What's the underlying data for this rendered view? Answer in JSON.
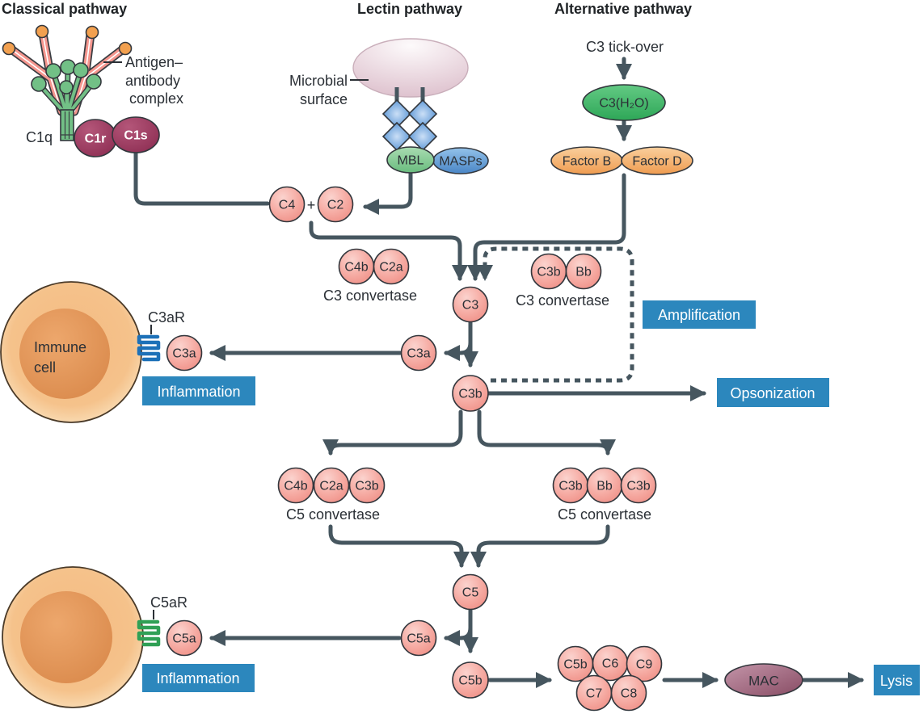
{
  "headings": {
    "classical": "Classical pathway",
    "lectin": "Lectin pathway",
    "alternative": "Alternative pathway"
  },
  "classical": {
    "antigen_complex_lines": [
      "Antigen–",
      "antibody",
      "complex"
    ],
    "c1q": "C1q",
    "c1r": "C1r",
    "c1s": "C1s"
  },
  "lectin": {
    "microbial_lines": [
      "Microbial",
      "surface"
    ],
    "mbl": "MBL",
    "masps": "MASPs"
  },
  "alternative": {
    "tick_over": "C3 tick-over",
    "c3h2o": "C3(H₂O)",
    "factor_b": "Factor B",
    "factor_d": "Factor D"
  },
  "molecules": {
    "c4": "C4",
    "plus": "+",
    "c2": "C2",
    "c3": "C3",
    "c3a": "C3a",
    "c3b": "C3b",
    "c5": "C5",
    "c5a": "C5a",
    "c5b": "C5b",
    "c6": "C6",
    "c7": "C7",
    "c8": "C8",
    "c9": "C9",
    "mac": "MAC"
  },
  "convertases": {
    "c3_classical": {
      "parts": [
        "C4b",
        "C2a"
      ],
      "label": "C3 convertase"
    },
    "c3_alternative": {
      "parts": [
        "C3b",
        "Bb"
      ],
      "label": "C3 convertase"
    },
    "c5_classical": {
      "parts": [
        "C4b",
        "C2a",
        "C3b"
      ],
      "label": "C5 convertase"
    },
    "c5_alternative": {
      "parts": [
        "C3b",
        "Bb",
        "C3b"
      ],
      "label": "C5 convertase"
    }
  },
  "receptors": {
    "c3ar": "C3aR",
    "c5ar": "C5aR"
  },
  "immune_cell_lines": [
    "Immune",
    "cell"
  ],
  "outcome_boxes": {
    "amplification": "Amplification",
    "inflammation": "Inflammation",
    "opsonization": "Opsonization",
    "lysis": "Lysis"
  },
  "colors": {
    "outcome_box": "#2C87BD",
    "arrow": "#46565F",
    "molecule_pink": "#F5A49C",
    "green": "#3FB467",
    "orange": "#F3A963",
    "berry": "#9E3C60",
    "mac_purple": "#9A5C74",
    "receptor_c3ar": "#1D71B8",
    "receptor_c5ar": "#2FA055"
  }
}
